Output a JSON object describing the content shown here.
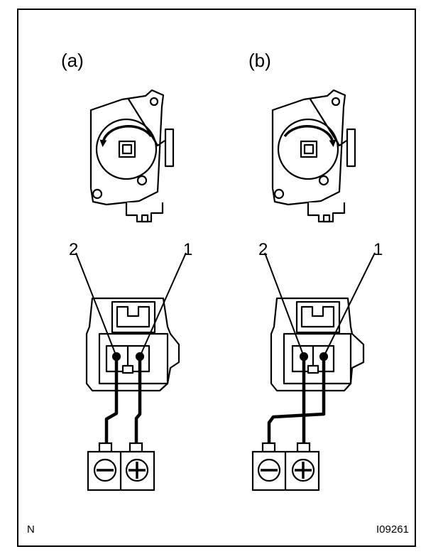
{
  "panels": [
    {
      "label": "(a)",
      "pin_left": "2",
      "pin_right": "1",
      "rotation": "counterclockwise",
      "terminal_left": "negative-icon",
      "terminal_right": "positive-icon"
    },
    {
      "label": "(b)",
      "pin_left": "2",
      "pin_right": "1",
      "rotation": "clockwise",
      "terminal_left": "negative-icon",
      "terminal_right": "positive-icon"
    }
  ],
  "footer": {
    "left_mark": "N",
    "figure_id": "I09261"
  }
}
